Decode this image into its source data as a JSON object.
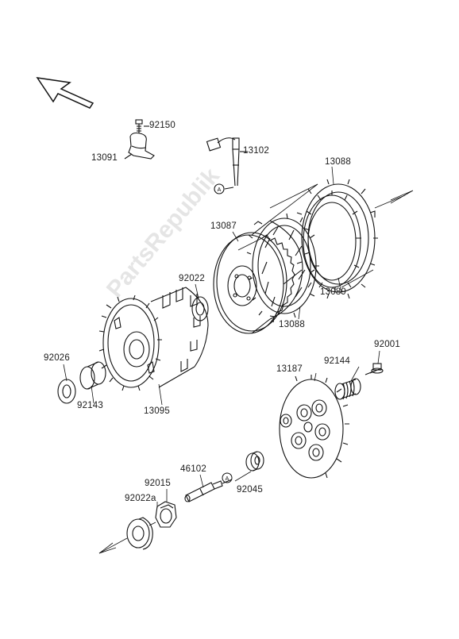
{
  "diagram": {
    "part_labels": {
      "p92150": "92150",
      "p13091": "13091",
      "p13102": "13102",
      "p13088_top": "13088",
      "p13087": "13087",
      "p92022": "92022",
      "p13089": "13089",
      "p13088_bottom": "13088",
      "p92026": "92026",
      "p92143": "92143",
      "p13095": "13095",
      "p92001": "92001",
      "p92144": "92144",
      "p13187": "13187",
      "p46102": "46102",
      "p92015": "92015",
      "p92022a": "92022a",
      "p92045": "92045"
    },
    "callout_a_1": "A",
    "callout_a_2": "A",
    "watermark": "PartsRepublik"
  }
}
